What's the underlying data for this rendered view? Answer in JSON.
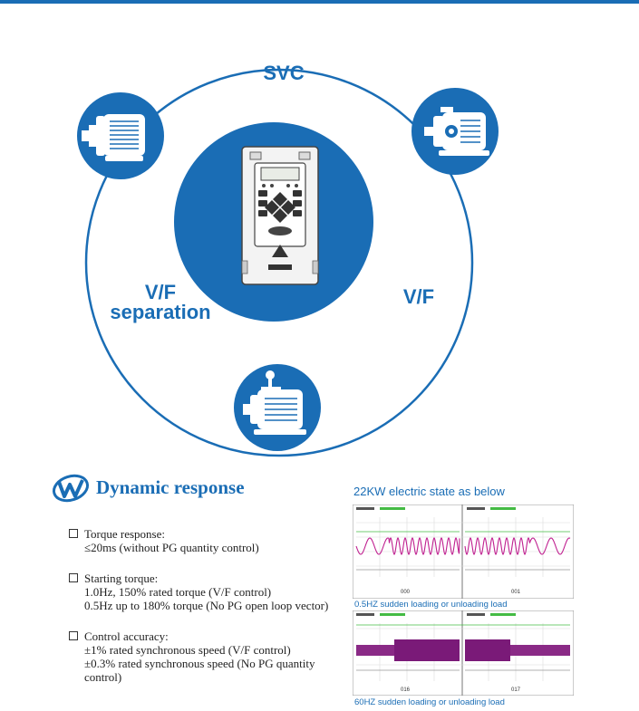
{
  "diagram": {
    "modes": {
      "top": "SVC",
      "right": "V/F",
      "left_line1": "V/F",
      "left_line2": "separation"
    },
    "colors": {
      "primary": "#1a6db5",
      "device_body": "#f3f3f3",
      "outline": "#444444"
    },
    "icons": [
      "motor-icon",
      "motor-icon",
      "motor-icon",
      "inverter-icon"
    ]
  },
  "dynamic": {
    "title": "Dynamic response",
    "items": [
      {
        "head": "Torque response:",
        "lines": [
          "≤20ms (without PG quantity control)"
        ]
      },
      {
        "head": "Starting torque:",
        "lines": [
          "1.0Hz, 150% rated torque (V/F control)",
          "0.5Hz up to 180% torque (No  PG open loop vector)"
        ]
      },
      {
        "head": "Control accuracy:",
        "lines": [
          "±1% rated synchronous speed (V/F control)",
          "±0.3% rated synchronous speed (No PG quantity",
          "control)"
        ]
      }
    ]
  },
  "panel": {
    "title": "22KW electric state as below",
    "captions": [
      "0.5HZ sudden loading or unloading load",
      "60HZ sudden loading or unloading load"
    ],
    "screen_ids": [
      "000",
      "001",
      "016",
      "017"
    ]
  }
}
